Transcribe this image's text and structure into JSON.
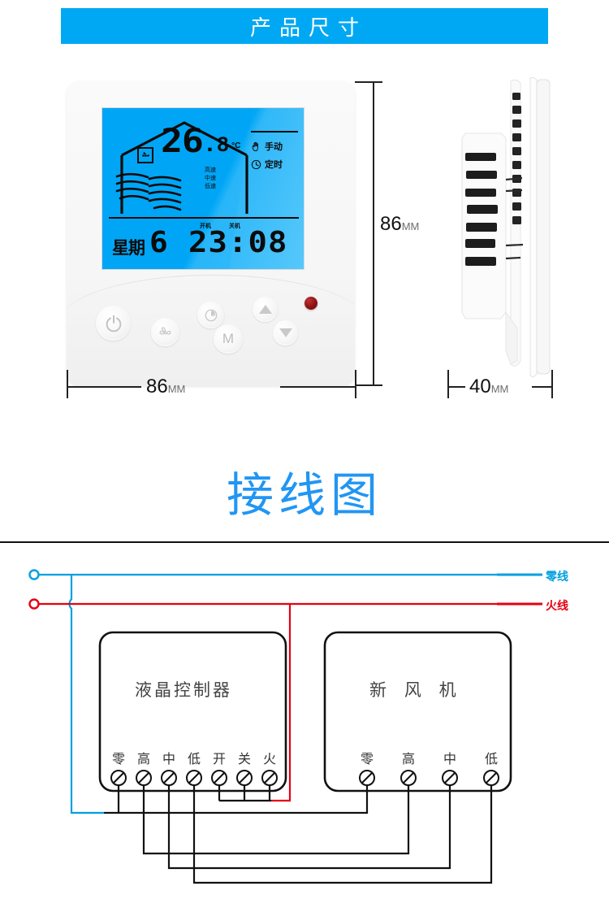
{
  "banner": {
    "title": "产品尺寸"
  },
  "product": {
    "front_view": {
      "lcd": {
        "temperature_int": "26",
        "temperature_dec": ".8",
        "temperature_unit": "°C",
        "fan_icon": "fan-icon",
        "speeds": [
          "高速",
          "中速",
          "低速"
        ],
        "modes": [
          {
            "icon": "hand-icon",
            "label": "手动"
          },
          {
            "icon": "clock-icon",
            "label": "定时"
          }
        ],
        "weekday_label": "星期",
        "weekday_value": "6",
        "clock_sub_on": "开机",
        "clock_sub_off": "关机",
        "clock_value": "23:08"
      },
      "buttons": [
        {
          "name": "power-button",
          "icon": "power-icon"
        },
        {
          "name": "fan-button",
          "icon": "fan-blade-icon"
        },
        {
          "name": "clock-button",
          "icon": "clock-icon"
        },
        {
          "name": "mode-button",
          "label": "M"
        },
        {
          "name": "up-button",
          "icon": "triangle-up-icon"
        },
        {
          "name": "down-button",
          "icon": "triangle-down-icon"
        }
      ],
      "led": {
        "name": "status-led",
        "color": "#8f1212"
      }
    },
    "dimensions": {
      "height_num": "86",
      "height_unit": "MM",
      "width_num": "86",
      "width_unit": "MM",
      "depth_num": "40",
      "depth_unit": "MM"
    }
  },
  "wiring": {
    "title": "接线图",
    "legend": [
      {
        "label": "零线",
        "color": "#00a0e0"
      },
      {
        "label": "火线",
        "color": "#e60012"
      }
    ],
    "controller": {
      "name": "液晶控制器",
      "terminals": [
        "零",
        "高",
        "中",
        "低",
        "开",
        "关",
        "火"
      ]
    },
    "fan_unit": {
      "name": "新 风 机",
      "terminals": [
        "零",
        "高",
        "中",
        "低"
      ]
    }
  },
  "colors": {
    "banner_blue": "#00a8f3",
    "title_blue": "#2196f3",
    "lcd_blue": "#00a6f5",
    "neutral_wire": "#00a0e0",
    "live_wire": "#e60012"
  }
}
